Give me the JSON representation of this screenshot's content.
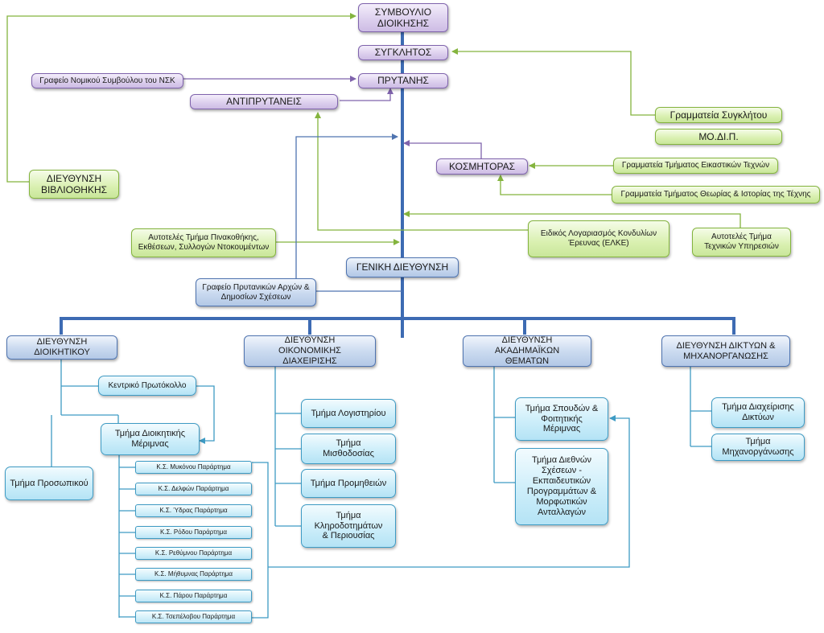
{
  "top": {
    "board": "ΣΥΜΒΟΥΛΙΟ ΔΙΟΙΚΗΣΗΣ",
    "senate": "ΣΥΓΚΛΗΤΟΣ",
    "rector": "ΠΡΥΤΑΝΗΣ",
    "vice_rectors": "ΑΝΤΙΠΡΥΤΑΝΕΙΣ",
    "dean": "ΚΟΣΜΗΤΟΡΑΣ",
    "legal_office": "Γραφείο Νομικού Συμβούλου του ΝΣΚ"
  },
  "green_units": {
    "library": "ΔΙΕΥΘΥΝΣΗ ΒΙΒΛΙΟΘΗΚΗΣ",
    "senate_secretariat": "Γραμματεία Συγκλήτου",
    "modip": "ΜΟ.ΔΙ.Π.",
    "fine_arts_secretariat": "Γραμματεία Τμήματος Εικαστικών Τεχνών",
    "art_theory_secretariat": "Γραμματεία Τμήματος Θεωρίας & Ιστορίας της Τέχνης",
    "elke": "Ειδικός Λογαριασμός Κονδυλίων Έρευνας (ΕΛΚΕ)",
    "gallery": "Αυτοτελές Τμήμα Πινακοθήκης, Εκθέσεων, Συλλογών Ντοκουμέντων",
    "technical": "Αυτοτελές Τμήμα Τεχνικών Υπηρεσιών"
  },
  "central": {
    "general_directorate": "ΓΕΝΙΚΗ ΔΙΕΥΘΥΝΣΗ",
    "pr_office": "Γραφείο Πρυτανικών Αρχών & Δημοσίων Σχέσεων"
  },
  "directorates": {
    "administrative": "ΔΙΕΥΘΥΝΣΗ ΔΙΟΙΚΗΤΙΚΟΥ",
    "financial": "ΔΙΕΥΘΥΝΣΗ ΟΙΚΟΝΟΜΙΚΗΣ ΔΙΑΧΕΙΡΙΣΗΣ",
    "academic": "ΔΙΕΥΘΥΝΣΗ ΑΚΑΔΗΜΑΪΚΩΝ ΘΕΜΑΤΩΝ",
    "networks": "ΔΙΕΥΘΥΝΣΗ ΔΙΚΤΥΩΝ & ΜΗΧΑΝΟΡΓΑΝΩΣΗΣ"
  },
  "admin_units": {
    "protocol": "Κεντρικό Πρωτόκολλο",
    "care": "Τμήμα Διοικητικής Μέριμνας",
    "personnel": "Τμήμα Προσωπικού"
  },
  "branches": [
    "Κ.Σ. Μυκόνου Παράρτημα",
    "Κ.Σ. Δελφών Παράρτημα",
    "Κ.Σ. Ύδρας Παράρτημα",
    "Κ.Σ. Ρόδου Παράρτημα",
    "Κ.Σ. Ρεθύμνου Παράρτημα",
    "Κ.Σ. Μήθυμνας Παράρτημα",
    "Κ.Σ. Πάρου Παράρτημα",
    "Κ.Σ. Τσεπέλοβου Παράρτημα"
  ],
  "financial_units": {
    "accounting": "Τμήμα Λογιστηρίου",
    "payroll": "Τμήμα Μισθοδοσίας",
    "procurement": "Τμήμα Προμηθειών",
    "bequests": "Τμήμα Κληροδοτημάτων & Περιουσίας"
  },
  "academic_units": {
    "studies": "Τμήμα Σπουδών & Φοιτητικής Μέριμνας",
    "international": "Τμήμα Διεθνών Σχέσεων - Εκπαιδευτικών Προγραμμάτων & Μορφωτικών Ανταλλαγών"
  },
  "network_units": {
    "network_admin": "Τμήμα Διαχείρισης Δικτύων",
    "mechanization": "Τμήμα Μηχανοργάνωσης"
  },
  "colors": {
    "trunk": "#3d6bb3",
    "purple_line": "#7f63ac",
    "green_line": "#84b43e",
    "blue_line": "#4f74b0",
    "cyan_line": "#3e9bc4"
  }
}
